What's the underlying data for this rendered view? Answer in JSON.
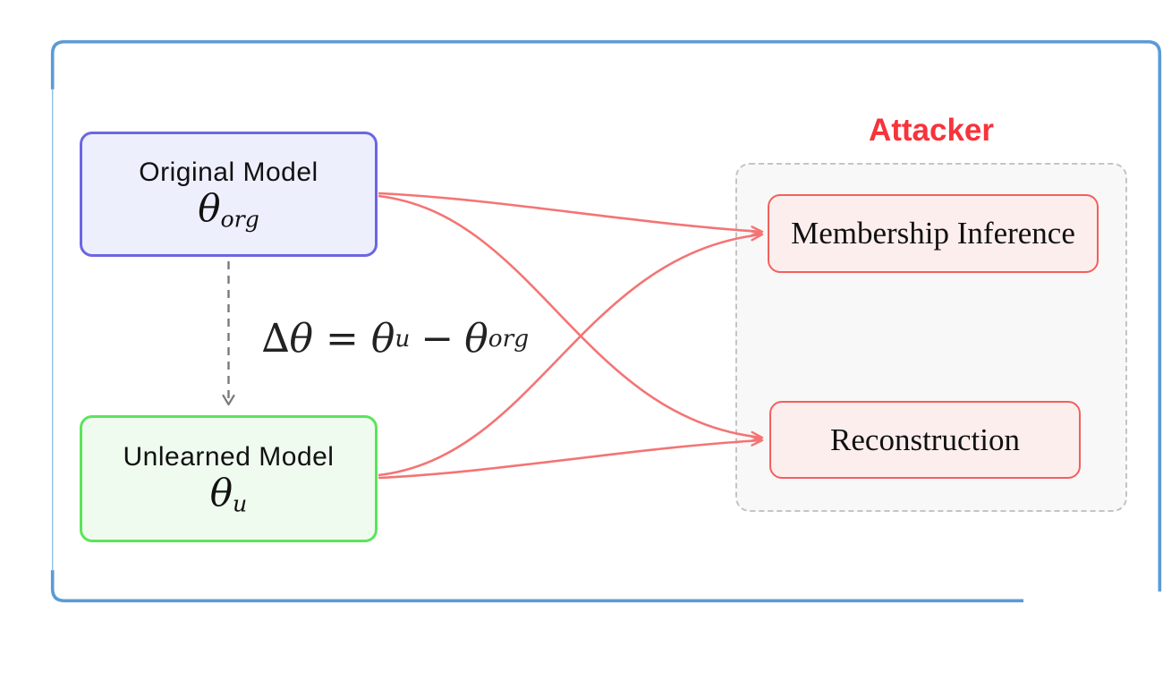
{
  "figure": {
    "models": {
      "original": {
        "title": "Original Model",
        "symbol": "θ",
        "subscript": "org"
      },
      "unlearned": {
        "title": "Unlearned Model",
        "symbol": "θ",
        "subscript": "u"
      }
    },
    "delta_formula": {
      "delta": "∆",
      "theta": "θ",
      "equals": "=",
      "theta_u": "θ",
      "sub_u": "u",
      "minus": "−",
      "theta_org": "θ",
      "sub_org": "org"
    },
    "attacker": {
      "title": "Attacker",
      "attacks": [
        {
          "label": "Membership Inference"
        },
        {
          "label": "Reconstruction"
        }
      ]
    },
    "colors": {
      "frame_border": "#5b9bd5",
      "frame_border_thin": "#8fc0e4",
      "original_border": "#6c66e2",
      "original_fill": "#eeeffc",
      "unlearned_border": "#5be45b",
      "unlearned_fill": "#f0fbf0",
      "attack_box_border": "#f2605d",
      "attack_box_fill": "#fdeeee",
      "attacker_title": "#f7333b",
      "attack_arrow": "#f47474",
      "delta_arrow": "#7a7a7a",
      "attacker_panel_fill": "#f8f8f8",
      "attacker_panel_border": "#c4c4c4"
    }
  }
}
